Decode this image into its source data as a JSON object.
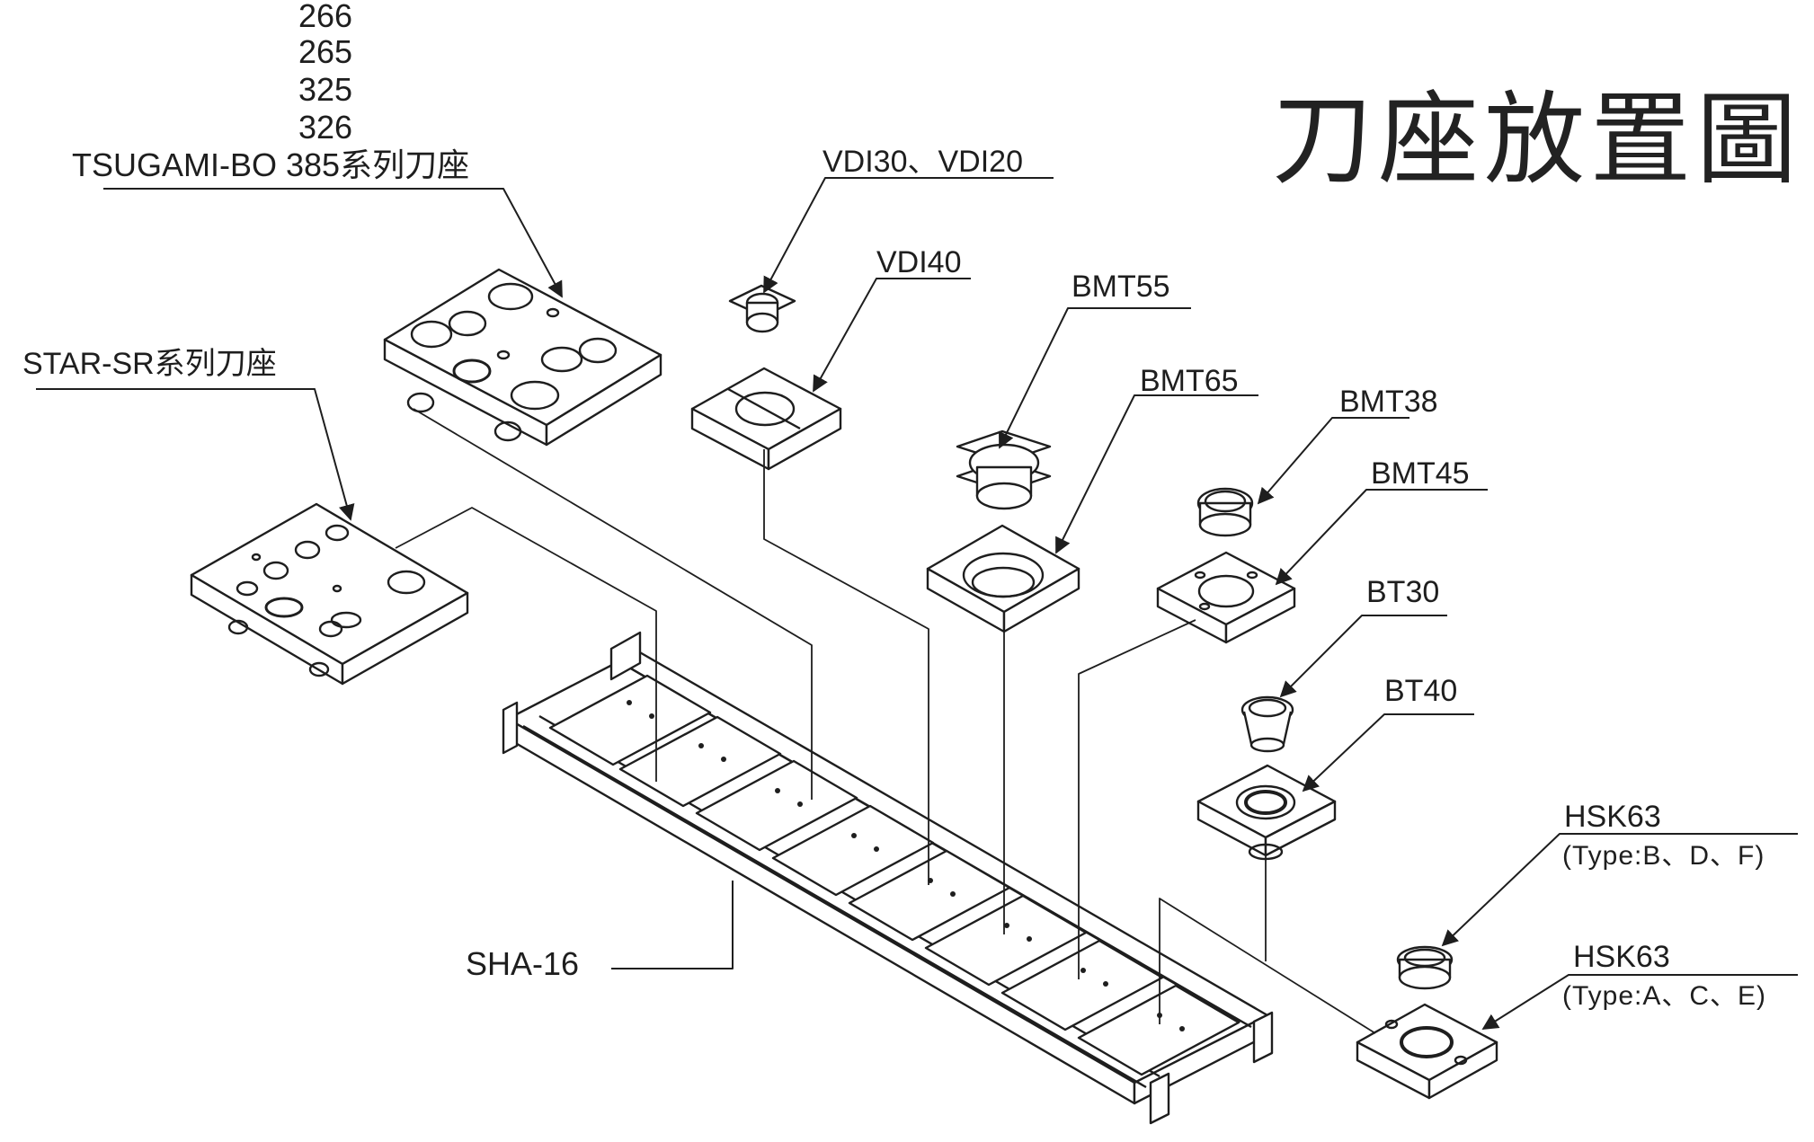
{
  "title": "刀座放置圖",
  "tsugami_models": [
    "266",
    "265",
    "325",
    "326"
  ],
  "labels": {
    "tsugami": "TSUGAMI-BO 385系列刀座",
    "star": "STAR-SR系列刀座",
    "vdi30_20": "VDI30、VDI20",
    "vdi40": "VDI40",
    "bmt55": "BMT55",
    "bmt65": "BMT65",
    "bmt38": "BMT38",
    "bmt45": "BMT45",
    "bt30": "BT30",
    "bt40": "BT40",
    "hsk63_a": "HSK63",
    "hsk63_a_type": "(Type:B、D、F)",
    "hsk63_b": "HSK63",
    "hsk63_b_type": "(Type:A、C、E)",
    "sha16": "SHA-16"
  }
}
